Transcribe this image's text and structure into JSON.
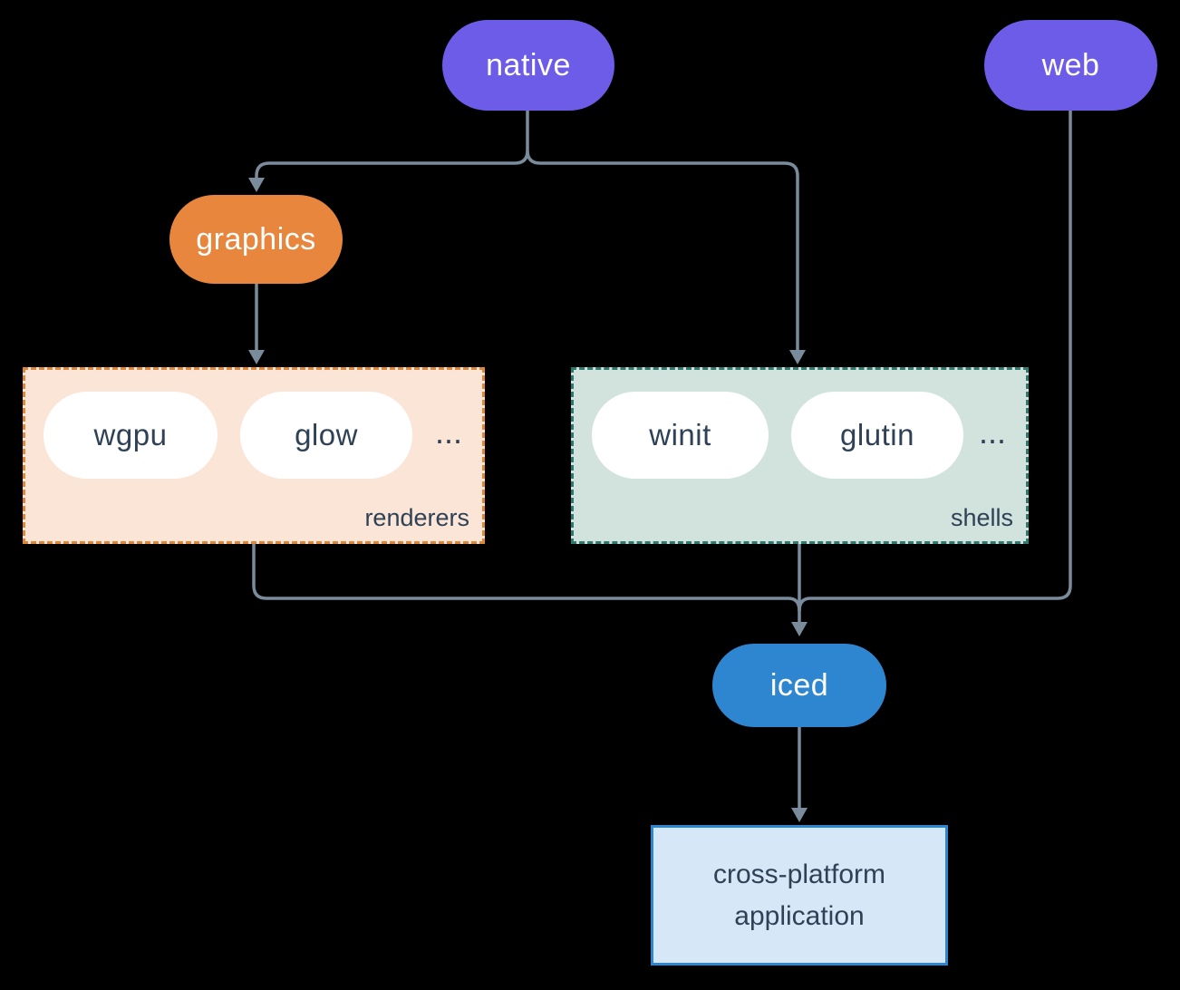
{
  "diagram": {
    "colors": {
      "background": "#000000",
      "connector": "#7A8B9C",
      "native_web_fill": "#6C5CE7",
      "graphics_fill": "#E8863E",
      "iced_fill": "#2E86D1",
      "dark_text": "#2F4156",
      "renderers_fill": "#FAE5D6",
      "renderers_border": "#DE8738",
      "shells_fill": "#D2E2DC",
      "shells_border": "#2F7A6E",
      "app_fill": "#D6E8F7",
      "app_border": "#2E86D1"
    },
    "nodes": {
      "native": {
        "label": "native"
      },
      "web": {
        "label": "web"
      },
      "graphics": {
        "label": "graphics"
      },
      "iced": {
        "label": "iced"
      },
      "app": {
        "label": "cross-platform application"
      }
    },
    "groups": {
      "renderers": {
        "label": "renderers",
        "items": [
          "wgpu",
          "glow"
        ],
        "ellipsis": "..."
      },
      "shells": {
        "label": "shells",
        "items": [
          "winit",
          "glutin"
        ],
        "ellipsis": "..."
      }
    }
  }
}
